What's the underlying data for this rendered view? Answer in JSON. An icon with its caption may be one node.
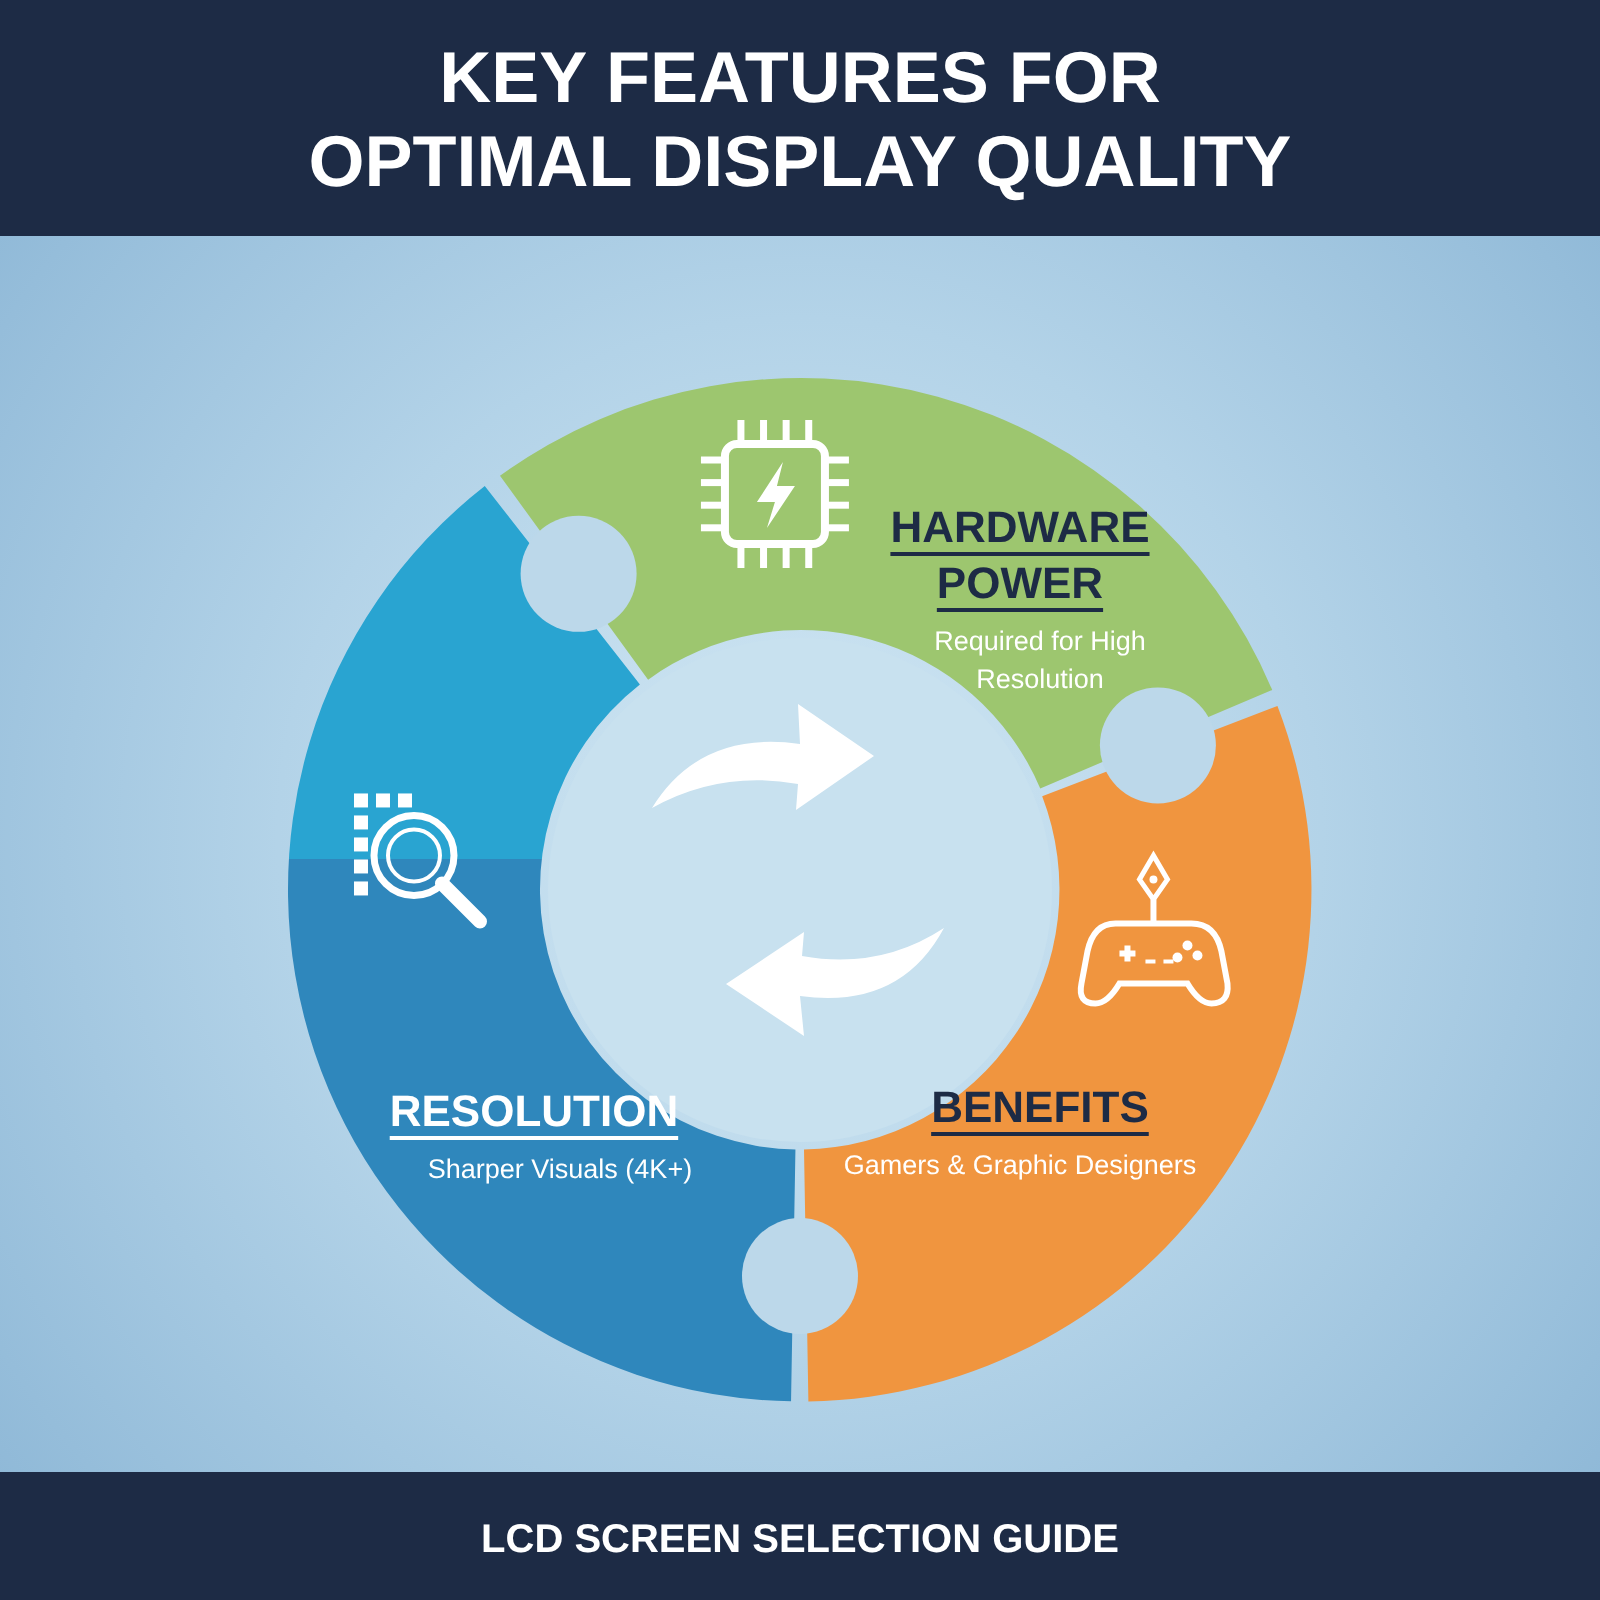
{
  "diagram": {
    "title": "KEY FEATURES FOR OPTIMAL DISPLAY QUALITY",
    "caption": "LCD SCREEN SELECTION GUIDE",
    "nodes": [
      {
        "text": [
          "HARDWARE POWER",
          "Required for High Resolution"
        ]
      },
      {
        "text": [
          "BENEFITS",
          "Gamers & Graphic Designers"
        ]
      },
      {
        "text": [
          "RESOLUTION",
          "Sharper Visuals (4K+)"
        ]
      }
    ]
  }
}
